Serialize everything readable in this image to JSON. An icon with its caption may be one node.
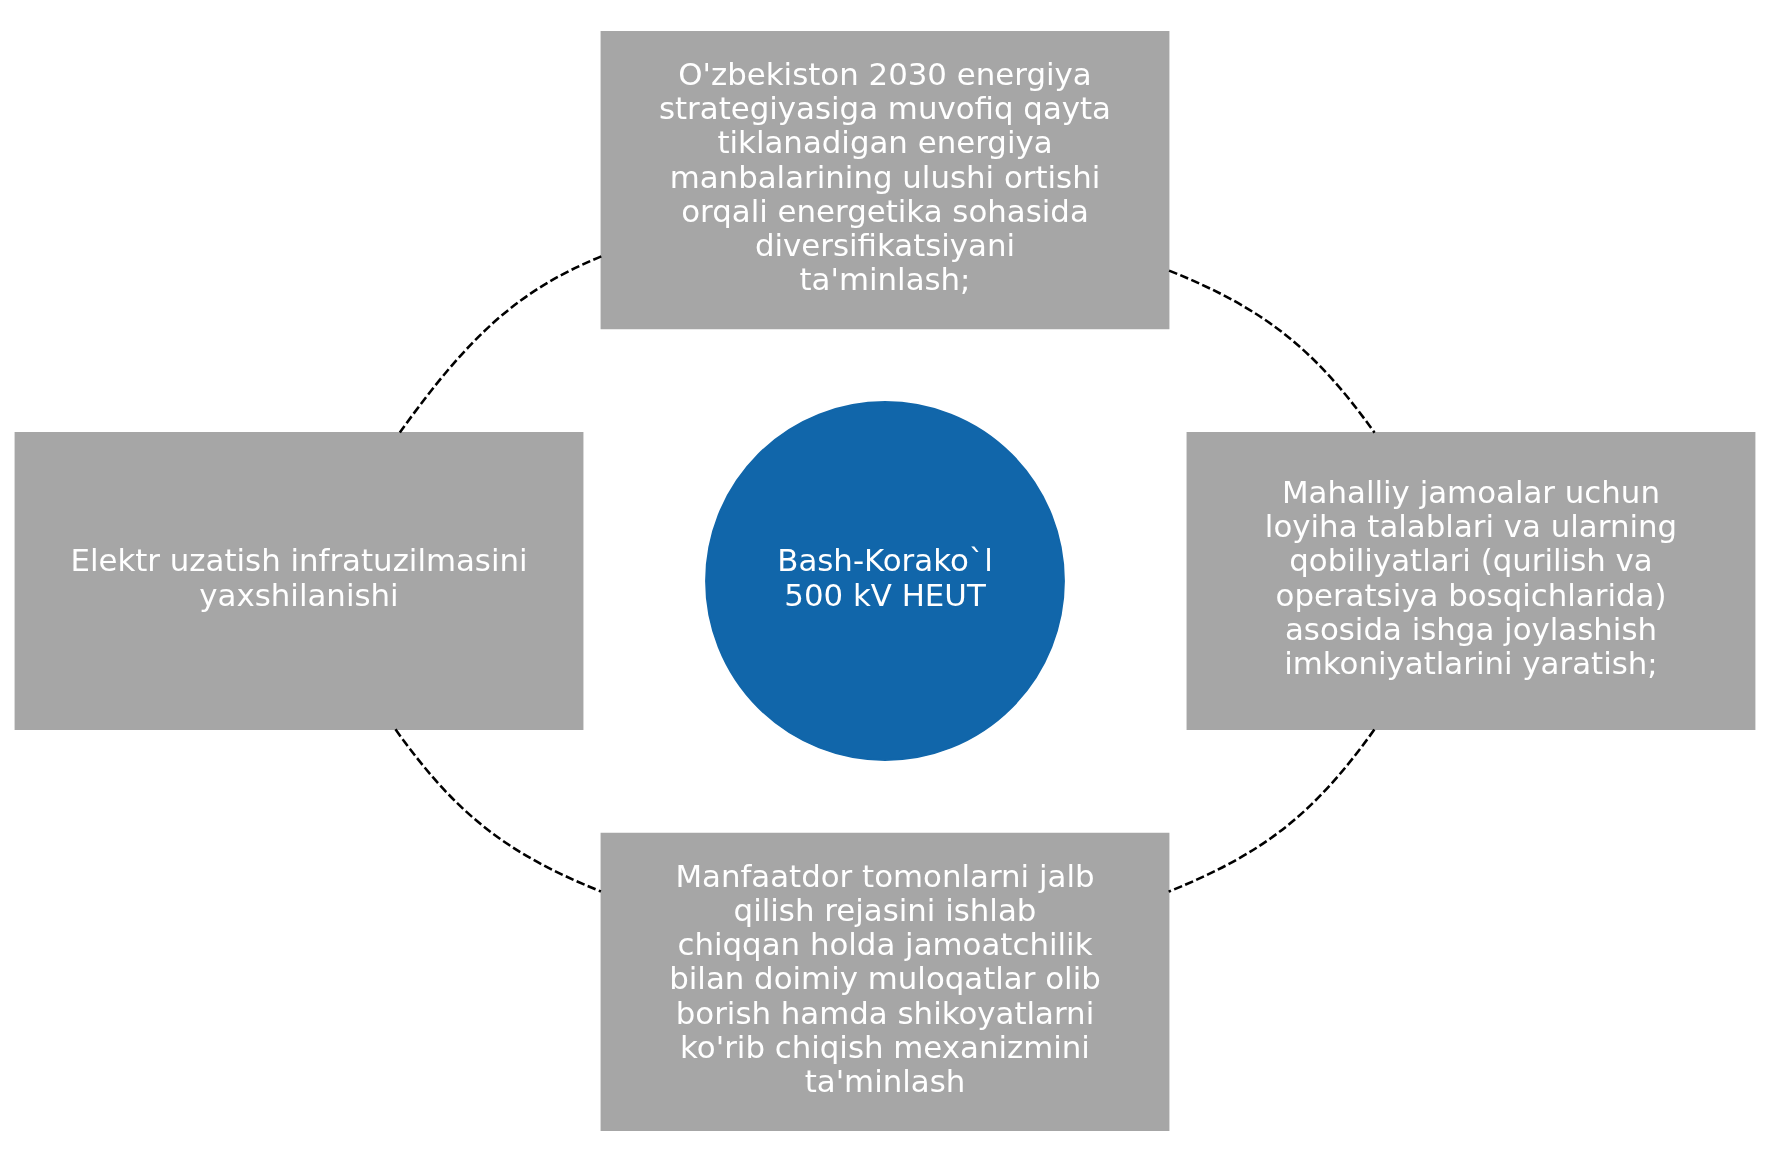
{
  "diagram": {
    "nodes": [
      {
        "text": [
          "O'zbekiston 2030 energiya strategiyasiga muvofiq qayta tiklanadigan energiya manbalarining ulushi ortishi orqali energetika sohasida diversifikatsiyani ta'minlash;"
        ]
      },
      {
        "text": [
          "Elektr uzatish infratuzilmasini yaxshilanishi"
        ]
      },
      {
        "text": [
          "Bash-Korako`l 500 kV HEUT"
        ]
      },
      {
        "text": [
          "Mahalliy jamoalar uchun loyiha talablari va ularning qobiliyatlari (qurilish va operatsiya bosqichlarida) asosida ishga joylashish imkoniyatlarini yaratish;"
        ]
      },
      {
        "text": [
          "Manfaatdor tomonlarni jalb qilish rejasini ishlab chiqqan holda jamoatchilik bilan doimiy muloqatlar olib borish hamda shikoyatlarni ko'rib chiqish mexanizmini ta'minlash"
        ]
      }
    ],
    "edges": [
      {
        "from": 0,
        "to": 3,
        "arrow": "none",
        "style": "dashed"
      },
      {
        "from": 3,
        "to": 4,
        "arrow": "none",
        "style": "dashed"
      },
      {
        "from": 4,
        "to": 1,
        "arrow": "none",
        "style": "dashed"
      },
      {
        "from": 1,
        "to": 0,
        "arrow": "none",
        "style": "dashed"
      }
    ]
  }
}
